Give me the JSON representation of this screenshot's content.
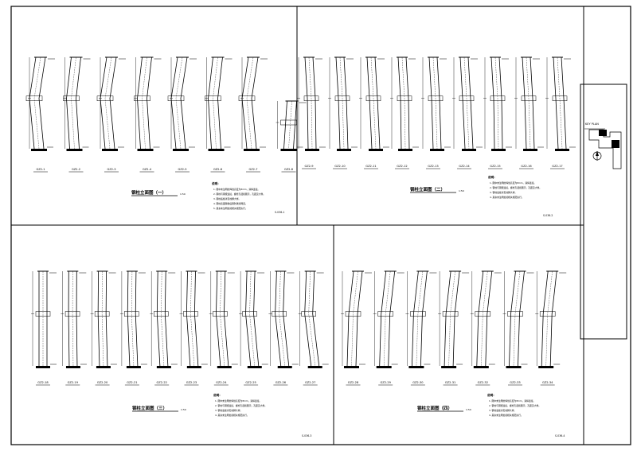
{
  "drawing": {
    "panels": [
      {
        "id": "p1",
        "title": "钢柱立面图（一）",
        "scale": "1:50",
        "sheet_no": "S-036-1",
        "columns": [
          "GZ2-1",
          "GZ2-2",
          "GZ2-3",
          "GZ2-4",
          "GZ2-5",
          "GZ2-6",
          "GZ2-7",
          "GZ2-8"
        ],
        "notes_title": "说明：",
        "notes": [
          "1. 图中未注明的焊缝高度为8mm，满焊连接。",
          "2. 钢柱与钢梁连接，螺栓孔径按图示，孔距见大样。",
          "3. 钢柱底板详见柱脚大样。",
          "4. 钢柱表面除锈后刷防锈漆两道。",
          "5. 其余未注明处按相关规范执行。"
        ]
      },
      {
        "id": "p2",
        "title": "钢柱立面图（二）",
        "scale": "1:50",
        "sheet_no": "S-036-2",
        "columns": [
          "GZ2-9",
          "GZ2-10",
          "GZ2-11",
          "GZ2-12",
          "GZ2-13",
          "GZ2-14",
          "GZ2-15",
          "GZ2-16",
          "GZ2-17"
        ],
        "notes_title": "说明：",
        "notes": [
          "1. 图中未注明的焊缝高度为8mm，满焊连接。",
          "2. 钢柱与钢梁连接，螺栓孔径按图示，孔距见大样。",
          "3. 钢柱底板详见柱脚大样。",
          "4. 其余未注明处按相关规范执行。"
        ]
      },
      {
        "id": "p3",
        "title": "钢柱立面图（三）",
        "scale": "1:50",
        "sheet_no": "S-036-3",
        "columns": [
          "GZ2-18",
          "GZ2-19",
          "GZ2-20",
          "GZ2-21",
          "GZ2-22",
          "GZ2-23",
          "GZ2-24",
          "GZ2-25",
          "GZ2-26",
          "GZ2-27"
        ],
        "notes_title": "说明：",
        "notes": [
          "1. 图中未注明的焊缝高度为8mm，满焊连接。",
          "2. 钢柱与钢梁连接，螺栓孔径按图示，孔距见大样。",
          "3. 钢柱底板详见柱脚大样。",
          "4. 其余未注明处按相关规范执行。"
        ]
      },
      {
        "id": "p4",
        "title": "钢柱立面图（四）",
        "scale": "1:50",
        "sheet_no": "S-036-4",
        "columns": [
          "GZ2-28",
          "GZ2-29",
          "GZ2-30",
          "GZ2-31",
          "GZ2-32",
          "GZ2-33",
          "GZ2-34"
        ],
        "notes_title": "说明：",
        "notes": [
          "1. 图中未注明的焊缝高度为8mm，满焊连接。",
          "2. 钢柱与钢梁连接，螺栓孔径按图示，孔距见大样。",
          "3. 钢柱底板详见柱脚大样。",
          "4. 其余未注明处按相关规范执行。"
        ]
      }
    ],
    "key_plan": {
      "label": "KEY PLAN",
      "north_symbol": "north-arrow-icon"
    }
  }
}
